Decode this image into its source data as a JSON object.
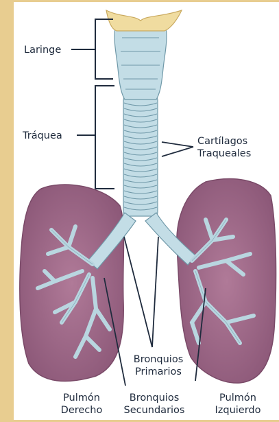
{
  "labels": {
    "larynx": "Laringe",
    "trachea": "Tráquea",
    "cartilage_line1": "Cartílagos",
    "cartilage_line2": "Traqueales",
    "primary_line1": "Bronquios",
    "primary_line2": "Primarios",
    "right_lung_line1": "Pulmón",
    "right_lung_line2": "Derecho",
    "secondary_line1": "Bronquios",
    "secondary_line2": "Secundarios",
    "left_lung_line1": "Pulmón",
    "left_lung_line2": "Izquierdo"
  },
  "colors": {
    "background": "#e8cd90",
    "panel": "#ffffff",
    "lung": "#9a6485",
    "airway": "#c3dde6",
    "airway_outline": "#6f98a8",
    "epiglottis": "#f0dca0",
    "text": "#1f2b3d",
    "leader_line": "#1f2b3d"
  }
}
